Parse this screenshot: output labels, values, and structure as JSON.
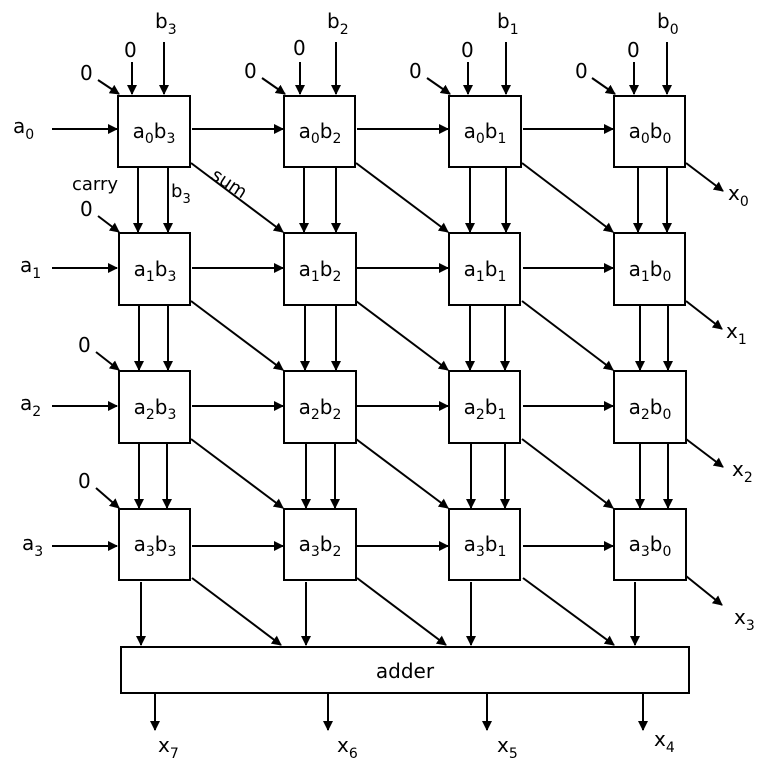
{
  "colors": {
    "stroke": "#000000",
    "background": "#ffffff"
  },
  "diagram": {
    "inputs_b": [
      {
        "base": "b",
        "sub": "3"
      },
      {
        "base": "b",
        "sub": "2"
      },
      {
        "base": "b",
        "sub": "1"
      },
      {
        "base": "b",
        "sub": "0"
      }
    ],
    "inputs_a": [
      {
        "base": "a",
        "sub": "0"
      },
      {
        "base": "a",
        "sub": "1"
      },
      {
        "base": "a",
        "sub": "2"
      },
      {
        "base": "a",
        "sub": "3"
      }
    ],
    "zero_label": "0",
    "cells": [
      [
        {
          "a": "a",
          "ai": "0",
          "b": "b",
          "bi": "3"
        },
        {
          "a": "a",
          "ai": "0",
          "b": "b",
          "bi": "2"
        },
        {
          "a": "a",
          "ai": "0",
          "b": "b",
          "bi": "1"
        },
        {
          "a": "a",
          "ai": "0",
          "b": "b",
          "bi": "0"
        }
      ],
      [
        {
          "a": "a",
          "ai": "1",
          "b": "b",
          "bi": "3"
        },
        {
          "a": "a",
          "ai": "1",
          "b": "b",
          "bi": "2"
        },
        {
          "a": "a",
          "ai": "1",
          "b": "b",
          "bi": "1"
        },
        {
          "a": "a",
          "ai": "1",
          "b": "b",
          "bi": "0"
        }
      ],
      [
        {
          "a": "a",
          "ai": "2",
          "b": "b",
          "bi": "3"
        },
        {
          "a": "a",
          "ai": "2",
          "b": "b",
          "bi": "2"
        },
        {
          "a": "a",
          "ai": "2",
          "b": "b",
          "bi": "1"
        },
        {
          "a": "a",
          "ai": "2",
          "b": "b",
          "bi": "0"
        }
      ],
      [
        {
          "a": "a",
          "ai": "3",
          "b": "b",
          "bi": "3"
        },
        {
          "a": "a",
          "ai": "3",
          "b": "b",
          "bi": "2"
        },
        {
          "a": "a",
          "ai": "3",
          "b": "b",
          "bi": "1"
        },
        {
          "a": "a",
          "ai": "3",
          "b": "b",
          "bi": "0"
        }
      ]
    ],
    "annotations": {
      "carry": "carry",
      "sum": "sum",
      "b_pass": {
        "base": "b",
        "sub": "3"
      }
    },
    "outputs_right": [
      {
        "base": "x",
        "sub": "0"
      },
      {
        "base": "x",
        "sub": "1"
      },
      {
        "base": "x",
        "sub": "2"
      },
      {
        "base": "x",
        "sub": "3"
      }
    ],
    "adder_label": "adder",
    "outputs_bottom": [
      {
        "base": "x",
        "sub": "7"
      },
      {
        "base": "x",
        "sub": "6"
      },
      {
        "base": "x",
        "sub": "5"
      },
      {
        "base": "x",
        "sub": "4"
      }
    ]
  }
}
